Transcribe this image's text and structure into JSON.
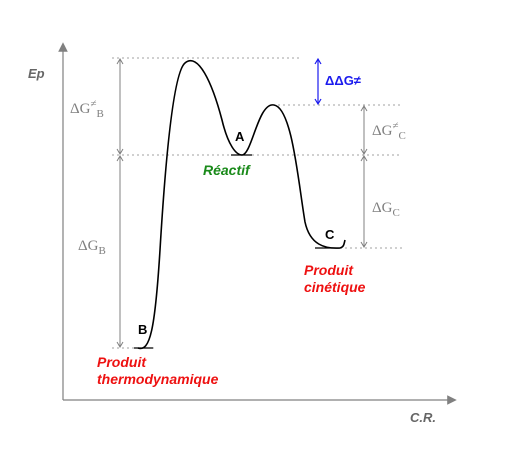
{
  "axes": {
    "y_label": "Ep",
    "x_label": "C.R."
  },
  "points": {
    "a": "A",
    "b": "B",
    "c": "C"
  },
  "labels": {
    "reactant": "Réactif",
    "kinetic_line1": "Produit",
    "kinetic_line2": "cinétique",
    "thermo_line1": "Produit",
    "thermo_line2": "thermodynamique"
  },
  "energy_gaps": {
    "dg_ts_b_main": "ΔG",
    "dg_ts_b_sup": "≠",
    "dg_ts_b_sub": "B",
    "dg_ts_c_main": "ΔG",
    "dg_ts_c_sup": "≠",
    "dg_ts_c_sub": "C",
    "dg_b_main": "ΔG",
    "dg_b_sub": "B",
    "dg_c_main": "ΔG",
    "dg_c_sub": "C",
    "ddg": "ΔΔG≠"
  },
  "colors": {
    "curve": "#000000",
    "axis": "#808080",
    "guide": "#a0a0a0",
    "reactant": "#1a8a1a",
    "products": "#ee1111",
    "ddg_arrow": "#1a1aee"
  }
}
